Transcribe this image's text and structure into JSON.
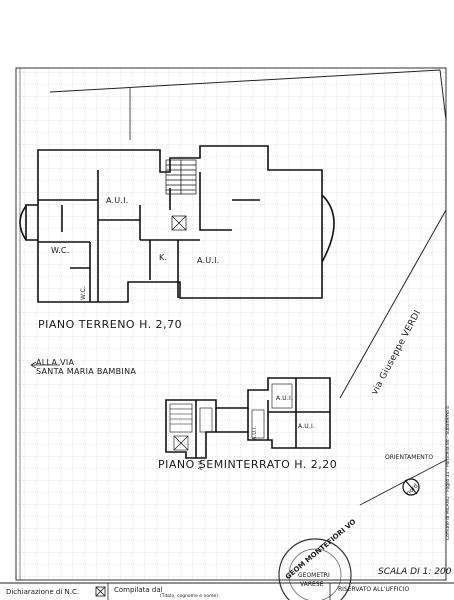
{
  "ground_floor": {
    "title": "PIANO TERRENO H. 2,70",
    "rooms": [
      "A.U.I.",
      "W.C.",
      "W.C.",
      "K.",
      "A.U.I."
    ]
  },
  "basement": {
    "title": "PIANO SEMINTERRATO H. 2,20",
    "rooms": [
      "A.U.I.",
      "A.U.I.",
      "A.U.I.",
      "A.U.I."
    ]
  },
  "streets": {
    "alla_via": "ALLA VIA",
    "santa_maria": "SANTA MARIA BAMBINA",
    "verdi": "via Giuseppe VERDI"
  },
  "orientation": {
    "label": "ORIENTAMENTO",
    "north": "nord"
  },
  "scale": {
    "label": "SCALA DI 1: 200"
  },
  "stamp": {
    "top": "GEOM MONTEFIORI VO",
    "middle": "GEOMETRI",
    "bottom": "VARESE"
  },
  "footer": {
    "declaration": "Dichiarazione di N.C.",
    "compiled": "Compilata dal",
    "name_hint": "(Titolo, cognome e nome)",
    "reserved": "RISERVATO ALL'UFFICIO"
  },
  "margin_text": "Comune di MILANO - Foglio 11 - Particella 88 - Subalterno 4"
}
